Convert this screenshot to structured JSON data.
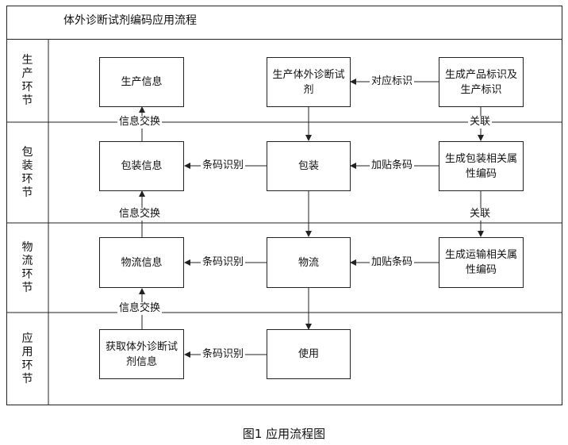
{
  "title": "体外诊断试剂编码应用流程",
  "caption": "图1    应用流程图",
  "lanes": [
    "生产环节",
    "包装环节",
    "物流环节",
    "应用环节"
  ],
  "nodes": {
    "production_info": "生产信息",
    "ivd_reagent": "生产体外诊断试剂",
    "gen_product_id": "生成产品标识及生产标识",
    "packaging_info": "包装信息",
    "packaging": "包装",
    "gen_packaging_code": "生成包装相关属性编码",
    "logistics_info": "物流信息",
    "logistics": "物流",
    "gen_transport_code": "生成运输相关属性编码",
    "obtain_info": "获取体外诊断试剂信息",
    "use": "使用"
  },
  "edge_labels": {
    "correspond_id": "对应标识",
    "info_exchange_1": "信息交换",
    "association_1": "关联",
    "barcode_recognition_1": "条码识别",
    "add_barcode_1": "加贴条码",
    "info_exchange_2": "信息交换",
    "association_2": "关联",
    "barcode_recognition_2": "条码识别",
    "add_barcode_2": "加贴条码",
    "info_exchange_3": "信息交换",
    "barcode_recognition_3": "条码识别"
  },
  "colors": {
    "line": "#222222",
    "background": "#ffffff"
  }
}
